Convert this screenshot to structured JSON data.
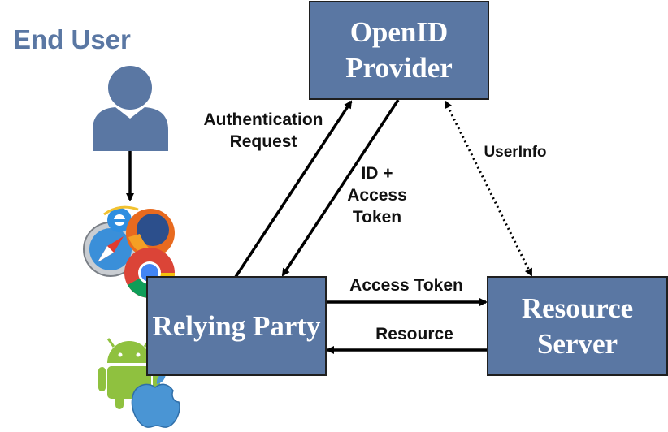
{
  "end_user": {
    "title": "End User"
  },
  "nodes": {
    "openid_provider": {
      "line1": "OpenID",
      "line2": "Provider"
    },
    "relying_party": {
      "label": "Relying Party"
    },
    "resource_server": {
      "line1": "Resource",
      "line2": "Server"
    }
  },
  "edges": {
    "authentication_request": {
      "line1": "Authentication",
      "line2": "Request"
    },
    "id_access_token": {
      "line1": "ID +",
      "line2": "Access",
      "line3": "Token"
    },
    "userinfo": {
      "label": "UserInfo"
    },
    "access_token": {
      "label": "Access Token"
    },
    "resource": {
      "label": "Resource"
    }
  },
  "colors": {
    "box_fill": "#5a77a3",
    "border": "#1f1f1f",
    "arrow": "#000000"
  },
  "icons": [
    "user-silhouette-icon",
    "browser-icons-cluster",
    "android-icon",
    "apple-icon"
  ]
}
